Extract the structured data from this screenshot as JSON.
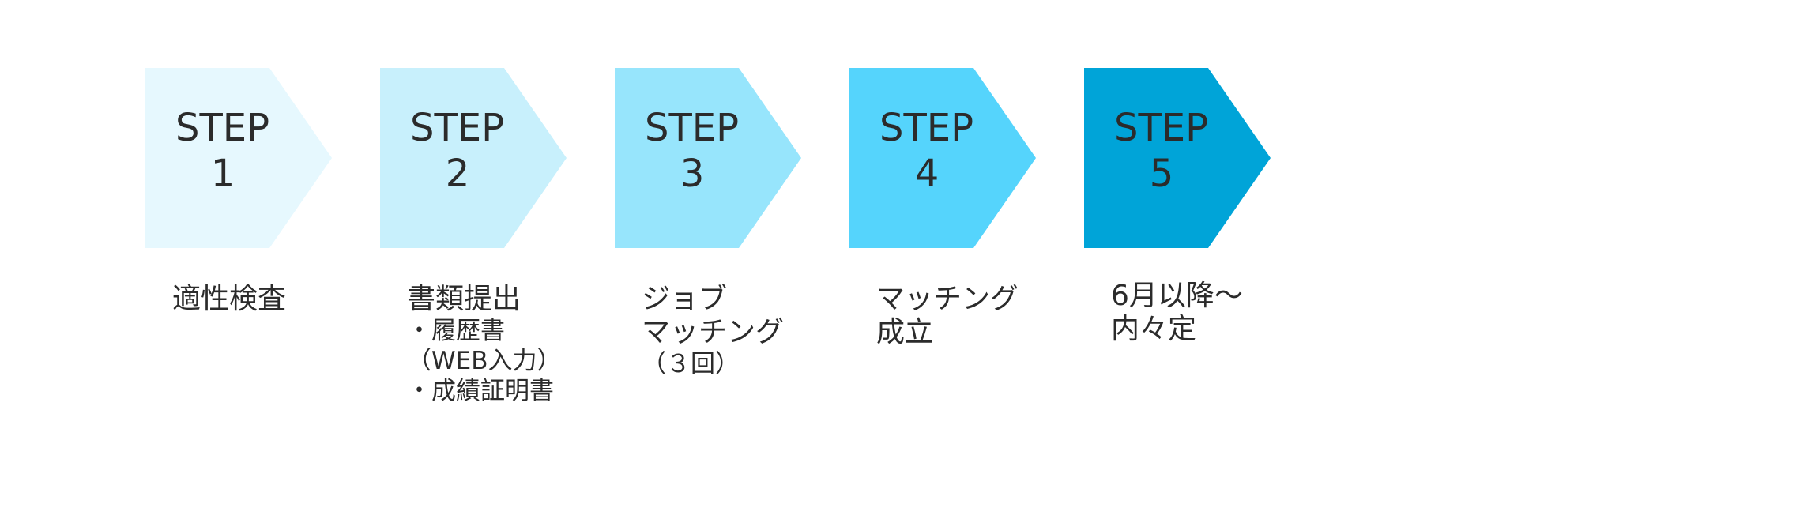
{
  "steps": [
    {
      "title": "STEP",
      "number": "1",
      "color": "#e6f8fe",
      "desc": [
        {
          "text": "適性検査",
          "size": "large"
        }
      ]
    },
    {
      "title": "STEP",
      "number": "2",
      "color": "#c8f0fc",
      "desc": [
        {
          "text": "書類提出",
          "size": "large"
        },
        {
          "text": "・履歴書",
          "size": "small"
        },
        {
          "text": "（WEB入力）",
          "size": "small"
        },
        {
          "text": "・成績証明書",
          "size": "small"
        }
      ]
    },
    {
      "title": "STEP",
      "number": "3",
      "color": "#97e5fc",
      "desc": [
        {
          "text": "ジョブ",
          "size": "large"
        },
        {
          "text": "マッチング",
          "size": "large"
        },
        {
          "text": "（３回）",
          "size": "small"
        }
      ]
    },
    {
      "title": "STEP",
      "number": "4",
      "color": "#55d4fc",
      "desc": [
        {
          "text": "マッチング",
          "size": "large"
        },
        {
          "text": "成立",
          "size": "large"
        }
      ]
    },
    {
      "title": "STEP",
      "number": "5",
      "color": "#00a4d8",
      "desc": [
        {
          "text": "6月以降～",
          "size": "large"
        },
        {
          "text": "内々定",
          "size": "large"
        }
      ]
    }
  ]
}
